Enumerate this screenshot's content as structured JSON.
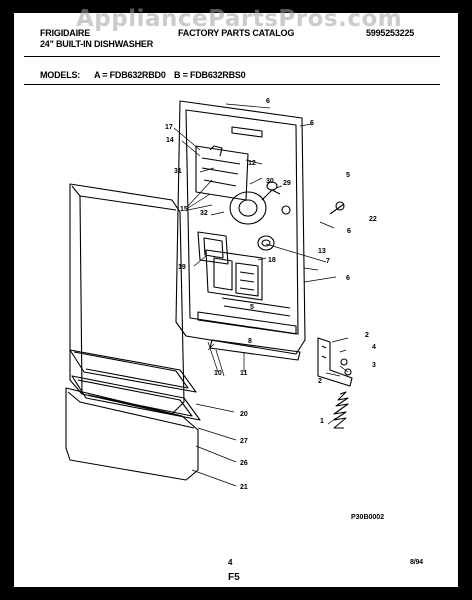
{
  "header": {
    "brand": "FRIGIDAIRE",
    "subtitle": "24\" BUILT-IN DISHWASHER",
    "catalog": "FACTORY PARTS CATALOG",
    "catalog_number": "5995253225"
  },
  "watermark": "AppliancePartsPros.com",
  "models": {
    "label": "MODELS:",
    "a": "A = FDB632RBD0",
    "b": "B = FDB632RBS0"
  },
  "callouts": [
    "17",
    "14",
    "31",
    "15",
    "32",
    "19",
    "6",
    "6",
    "12",
    "30",
    "29",
    "5",
    "22",
    "6",
    "13",
    "7",
    "18",
    "6",
    "2",
    "4",
    "3",
    "8",
    "1",
    "10",
    "11",
    "20",
    "27",
    "26",
    "21",
    "2",
    "5"
  ],
  "figure_code": "P30B0002",
  "footer": {
    "page": "4",
    "date": "8/94",
    "section": "F5"
  }
}
